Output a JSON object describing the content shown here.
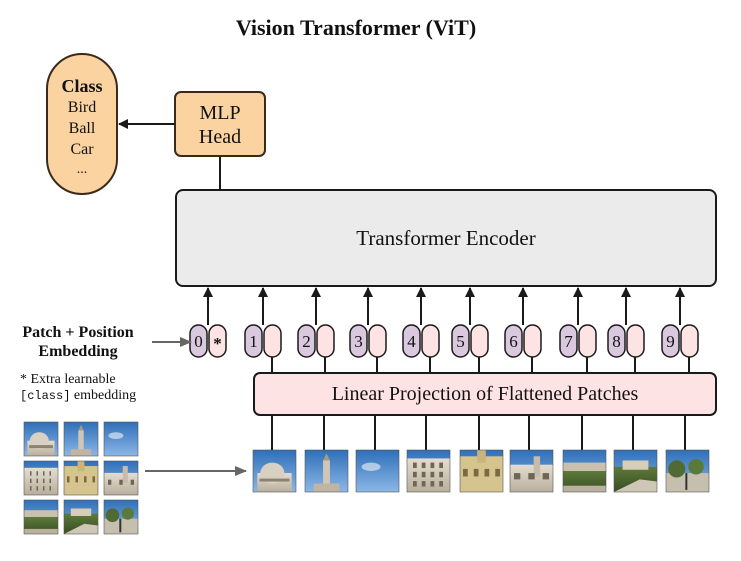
{
  "title": "Vision Transformer (ViT)",
  "class_box": {
    "heading": "Class",
    "items": [
      "Bird",
      "Ball",
      "Car",
      "..."
    ]
  },
  "mlp_head": {
    "line1": "MLP",
    "line2": "Head"
  },
  "encoder": {
    "label": "Transformer Encoder"
  },
  "linear_projection": {
    "label": "Linear Projection of Flattened Patches"
  },
  "embedding_label": {
    "line1": "Patch + Position",
    "line2": "Embedding"
  },
  "extra_note": {
    "line1": "* Extra learnable",
    "code": "[class]",
    "line2_rest": " embedding"
  },
  "tokens": [
    "0",
    "1",
    "2",
    "3",
    "4",
    "5",
    "6",
    "7",
    "8",
    "9"
  ],
  "class_token_symbol": "*",
  "colors": {
    "orange_fill": "#fbd3a0",
    "orange_stroke": "#3a2a1a",
    "encoder_fill": "#ebebeb",
    "projection_fill": "#fde3e3",
    "position_fill": "#d9c8de",
    "patch_fill": "#fde3e3",
    "line": "#1a1a1a",
    "gray_arrow": "#666666"
  }
}
